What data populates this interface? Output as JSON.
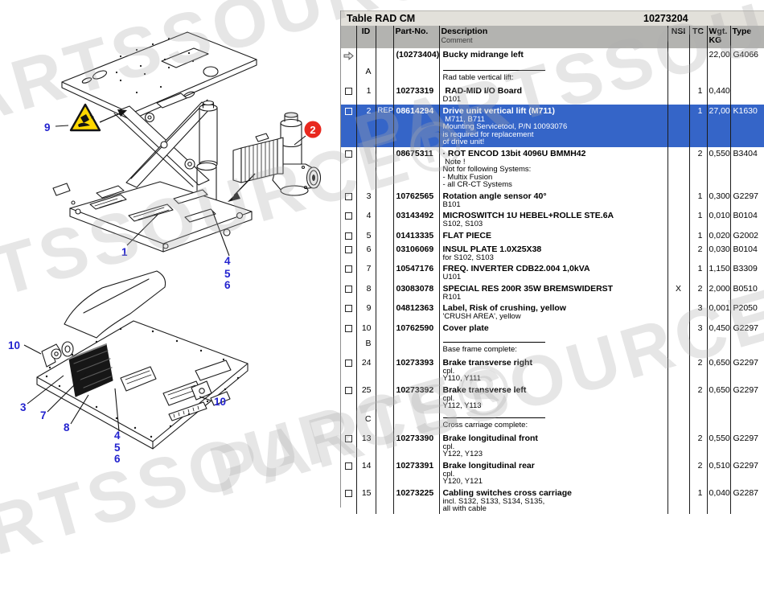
{
  "watermark": {
    "text": "PARTSSOURCE®"
  },
  "title_bar": {
    "title": "Table RAD CM",
    "doc_number": "10273204"
  },
  "table": {
    "headers": {
      "id": "ID",
      "part_no": "Part-No.",
      "description": "Description",
      "comment": "Comment",
      "nsi": "NSI",
      "tc": "TC",
      "wgt_line1": "Wgt.",
      "wgt_line2": "KG",
      "type": "Type"
    },
    "rows": [
      {
        "kind": "part",
        "selector": "arrow",
        "id": "",
        "rep": "",
        "part_no": "(10273404)",
        "desc": "Bucky midrange left",
        "sub": [],
        "nsi": "",
        "tc": "",
        "wgt": "22,000",
        "type": "G4066",
        "highlight": false
      },
      {
        "kind": "section",
        "letter": "A",
        "label": "Rad table vertical lift:"
      },
      {
        "kind": "part",
        "selector": "checkbox",
        "id": "1",
        "rep": "",
        "part_no": "10273319",
        "desc": " RAD-MID I/O Board",
        "sub": [
          "D101"
        ],
        "nsi": "",
        "tc": "1",
        "wgt": "0,440",
        "type": "",
        "highlight": false
      },
      {
        "kind": "part",
        "selector": "checkbox",
        "id": "2",
        "rep": "REP",
        "part_no": "08614294",
        "desc": "Drive unit vertical lift (M711)",
        "sub": [
          " M711, B711",
          "Mounting Servicetool, P/N 10093076",
          "is required for replacement",
          "of drive unit!"
        ],
        "nsi": "",
        "tc": "1",
        "wgt": "27,000",
        "type": "K1630",
        "highlight": true
      },
      {
        "kind": "part",
        "selector": "checkbox",
        "id": "",
        "rep": "",
        "part_no": "08675311",
        "desc": "· ROT ENCOD 13bit 4096U BMMH42",
        "sub": [
          " Note !",
          "Not for following Systems:",
          "- Multix Fusion",
          "- all CR-CT Systems"
        ],
        "nsi": "",
        "tc": "2",
        "wgt": "0,550",
        "type": "B3404",
        "highlight": false
      },
      {
        "kind": "part",
        "selector": "checkbox",
        "id": "3",
        "rep": "",
        "part_no": "10762565",
        "desc": "Rotation angle sensor 40°",
        "sub": [
          "B101"
        ],
        "nsi": "",
        "tc": "1",
        "wgt": "0,300",
        "type": "G2297",
        "highlight": false
      },
      {
        "kind": "part",
        "selector": "checkbox",
        "id": "4",
        "rep": "",
        "part_no": "03143492",
        "desc": "MICROSWITCH 1U HEBEL+ROLLE STE.6A",
        "sub": [
          "S102, S103"
        ],
        "nsi": "",
        "tc": "1",
        "wgt": "0,010",
        "type": "B0104",
        "highlight": false
      },
      {
        "kind": "part",
        "selector": "checkbox",
        "id": "5",
        "rep": "",
        "part_no": "01413335",
        "desc": "FLAT PIECE",
        "sub": [],
        "nsi": "",
        "tc": "1",
        "wgt": "0,020",
        "type": "G2002",
        "highlight": false
      },
      {
        "kind": "part",
        "selector": "checkbox",
        "id": "6",
        "rep": "",
        "part_no": "03106069",
        "desc": "INSUL PLATE 1.0X25X38",
        "sub": [
          "for S102, S103"
        ],
        "nsi": "",
        "tc": "2",
        "wgt": "0,030",
        "type": "B0104",
        "highlight": false
      },
      {
        "kind": "part",
        "selector": "checkbox",
        "id": "7",
        "rep": "",
        "part_no": "10547176",
        "desc": "FREQ. INVERTER CDB22.004 1,0kVA",
        "sub": [
          "U101"
        ],
        "nsi": "",
        "tc": "1",
        "wgt": "1,150",
        "type": "B3309",
        "highlight": false
      },
      {
        "kind": "part",
        "selector": "checkbox",
        "id": "8",
        "rep": "",
        "part_no": "03083078",
        "desc": "SPECIAL RES 200R 35W BREMSWIDERST",
        "sub": [
          "R101"
        ],
        "nsi": "X",
        "tc": "2",
        "wgt": "2,000",
        "type": "B0510",
        "highlight": false
      },
      {
        "kind": "part",
        "selector": "checkbox",
        "id": "9",
        "rep": "",
        "part_no": "04812363",
        "desc": "Label, Risk of crushing, yellow",
        "sub": [
          "'CRUSH AREA', yellow"
        ],
        "nsi": "",
        "tc": "3",
        "wgt": "0,001",
        "type": "P2050",
        "highlight": false
      },
      {
        "kind": "part",
        "selector": "checkbox",
        "id": "10",
        "rep": "",
        "part_no": "10762590",
        "desc": "Cover plate",
        "sub": [],
        "nsi": "",
        "tc": "3",
        "wgt": "0,450",
        "type": "G2297",
        "highlight": false
      },
      {
        "kind": "section",
        "letter": "B",
        "label": "Base frame complete:"
      },
      {
        "kind": "part",
        "selector": "checkbox",
        "id": "24",
        "rep": "",
        "part_no": "10273393",
        "desc": "Brake transverse right",
        "sub": [
          "cpl.",
          "Y110, Y111"
        ],
        "nsi": "",
        "tc": "2",
        "wgt": "0,650",
        "type": "G2297",
        "highlight": false
      },
      {
        "kind": "part",
        "selector": "checkbox",
        "id": "25",
        "rep": "",
        "part_no": "10273392",
        "desc": "Brake transverse left",
        "sub": [
          "cpl.",
          "Y112, Y113"
        ],
        "nsi": "",
        "tc": "2",
        "wgt": "0,650",
        "type": "G2297",
        "highlight": false
      },
      {
        "kind": "section",
        "letter": "C",
        "label": "Cross carriage complete:"
      },
      {
        "kind": "part",
        "selector": "checkbox",
        "id": "13",
        "rep": "",
        "part_no": "10273390",
        "desc": "Brake longitudinal front",
        "sub": [
          "cpl.",
          "Y122, Y123"
        ],
        "nsi": "",
        "tc": "2",
        "wgt": "0,550",
        "type": "G2297",
        "highlight": false
      },
      {
        "kind": "part",
        "selector": "checkbox",
        "id": "14",
        "rep": "",
        "part_no": "10273391",
        "desc": "Brake longitudinal rear",
        "sub": [
          "cpl.",
          "Y120, Y121"
        ],
        "nsi": "",
        "tc": "2",
        "wgt": "0,510",
        "type": "G2297",
        "highlight": false
      },
      {
        "kind": "part",
        "selector": "checkbox",
        "id": "15",
        "rep": "",
        "part_no": "10273225",
        "desc": "Cabling switches cross carriage",
        "sub": [
          "incl. S132, S133, S134, S135,",
          "all with cable"
        ],
        "nsi": "",
        "tc": "1",
        "wgt": "0,040",
        "type": "G2287",
        "highlight": false
      }
    ]
  },
  "diagram": {
    "upper": {
      "c9": "9",
      "c2": "2",
      "c1": "1",
      "c4": "4",
      "c5": "5",
      "c6": "6"
    },
    "lower": {
      "c10l": "10",
      "c3": "3",
      "c7": "7",
      "c8": "8",
      "c4": "4",
      "c5": "5",
      "c6": "6",
      "c10r": "10"
    }
  },
  "colors": {
    "highlight_row": "#3565c8",
    "callout_blue": "#2323cf",
    "badge_red": "#e8281e",
    "warning_yellow": "#ffd800",
    "header_grey": "#b3b3b0",
    "titlebar_grey": "#e2e0da"
  }
}
